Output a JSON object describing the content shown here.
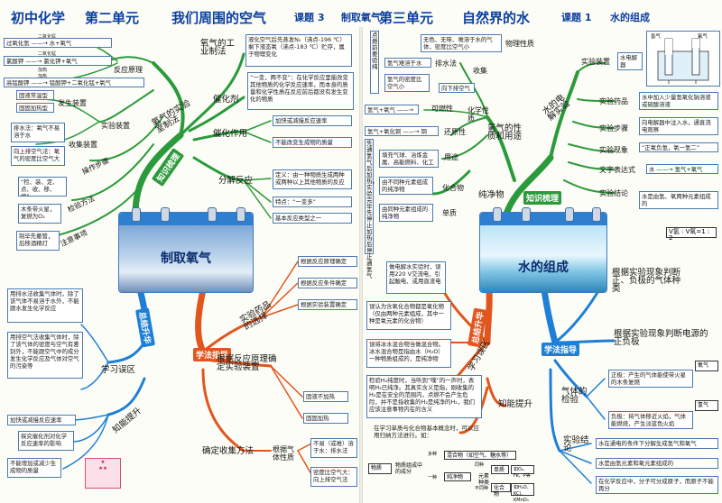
{
  "header": {
    "left_course": "初中化学",
    "left_unit": "第二单元",
    "left_topic": "我们周围的空气",
    "left_lesson": "课题 3",
    "left_lesson_name": "制取氧气",
    "right_unit": "第三单元",
    "right_topic": "自然界的水",
    "right_lesson": "课题 1",
    "right_lesson_name": "水的组成"
  },
  "left_upper": {
    "hub_center": "知识梳理",
    "hub_lab": "氧气的实验室制法",
    "principle": "反应原理",
    "principle_eq1_top": "二氧化锰",
    "principle_eq1": "过氧化氢 ——→ 水+氧气",
    "principle_eq2_top": "二氧化锰",
    "principle_eq2": "氯酸钾 ——→ 氯化钾+氧气",
    "principle_eq2_bottom": "加热",
    "principle_eq3": "高锰酸钾 ——→ 锰酸钾+二氧化锰+氧气",
    "principle_eq3_top": "加热",
    "device": "实验装置",
    "gen_dev": "发生装置",
    "gen_a": "固液常温型",
    "gen_b": "固固加热型",
    "collect_dev": "收集装置",
    "collect_a": "排水法：氧气不易溶于水",
    "collect_b": "向上排空气法：氧气的密度比空气大",
    "steps": "操作步骤",
    "steps_text": "“检、装、定、点、收、移、熄”",
    "check": "检验方法",
    "check_text": "木条带火星，复燃为O₂",
    "notice": "注意事项",
    "notice_text": "制毕先撤管，后移酒精灯",
    "industry": "氧气的工业制法",
    "industry_text": "液化空气后先蒸发N₂（沸点-196 ℃）剩下液态氧（沸点-183 ℃）贮存，属于物理变化",
    "catalyst": "催化剂",
    "catalyst_text": "“一变，两不变”：在化学反应里能改变其他物质的化学反应速率，而本身的质量和化学性质在反应前后都没有发生变化的物质",
    "cat_effect": "催化作用",
    "cat_effect_a": "加快或减慢反应速率",
    "cat_effect_b": "不能改变生成物的质量",
    "decomp": "分解反应",
    "decomp_def": "定义：由一种物质生成两种或两种以上其他物质的反应",
    "decomp_feat": "特点：“一变多”",
    "decomp_type": "基本反应类型之一",
    "card_title": "制取氧气"
  },
  "left_lower": {
    "summary": "总结升华",
    "mislead": "学习误区",
    "mis_a": "用排水法收集气体时，除了该气体不易溶于水外，不能跟水发生化学反应",
    "mis_b": "用排空气法收集气体时，除了该气体的密度与空气有差别外，不能跟空气中的成分发生化学反应及气体对空气的污染等",
    "upgrade": "知能提升",
    "up_a": "加快或减慢反应速率",
    "up_b": "探究催化剂对化学反应速率的影响",
    "up_c": "不能增加或减少生成物的质量",
    "guide": "学法指导",
    "drug": "实验药品的选择",
    "drug_a": "根据反应原理确定",
    "drug_b": "根据反应条件确定",
    "drug_c": "根据实验装置确定",
    "by_principle": "根据反应原理确定实验装置",
    "bp_a": "固液不加热",
    "bp_b": "固固加热",
    "collect_method": "确定收集方法",
    "gas_prop": "根据气体性质",
    "gp_a": "不易（或难）溶于水：排水法",
    "gp_b": "密度比空气大：向上排空气法"
  },
  "right_upper": {
    "hub_center": "知识梳理",
    "hydrogen": "氢气的性质和用途",
    "phys": "物理性质",
    "phys_text": "无色、无味、难溶于水的气体，密度比空气小",
    "collect": "收集",
    "col_a": "氢气难溶于水",
    "col_a2": "排水法",
    "col_b": "氢气的密度比空气小",
    "col_b2": "向下排空气法",
    "vert_note": "点燃前要验纯",
    "chem": "化学性质",
    "chem_eq1": "氢气+氧气 ——→ 水",
    "chem_eq1_top": "点燃",
    "chem_flam": "可燃性",
    "chem_eq2": "氢气+氧化铜 ——→ 铜+水",
    "chem_eq2_top": "加热",
    "chem_red": "还原性",
    "use": "用途",
    "use_text": "填充气球、冶炼金属、高能燃料、化工原料",
    "vert_note2": "先通氢气后加热，实验完毕先停止加热后停止通氢气",
    "electrolysis": "水的电解实验",
    "device": "实验装置",
    "device_label": "水电解器",
    "tube_left": "氢气",
    "tube_right": "氧气",
    "drug": "实验药品",
    "drug_text": "水中加入少量氢氧化钠溶液或硫酸溶液",
    "steps": "实验步骤",
    "steps_text": "向电解器中注入水，通直流电观察",
    "phenom": "实验现象",
    "phenom_text": "“正氧负氢，氧一氢二”",
    "word_eq": "文字表达式",
    "word_eq_text": "水 ——→ 氢气+氧气",
    "word_eq_top": "通电",
    "concl": "实验结论",
    "concl_text": "水是由氢、氧两种元素组成的",
    "pure": "纯净物",
    "compound": "化合物",
    "compound_text": "由不同种元素组成的纯净物",
    "element": "单质",
    "element_text": "由同种元素组成的纯净物",
    "ratio": "V氢 : V氧=1 : 2",
    "card_title": "水的组成"
  },
  "right_lower": {
    "summary": "总结升华",
    "mislead": "学习误区",
    "guide": "学法指导",
    "elec_note": "做电解水实验时，误用220 V交流电，引起触电、或用直流电",
    "mis_a": "误认为含氧化合物都是氧化物（仅由两种元素组成，其中一种是氧元素的化合物）",
    "mis_b": "误将冰水混合物当做混合物。冰水混合物是指由水（H₂O）一种物质组成的，是纯净物",
    "mis_c": "检验H₂纯度时，当听到“噗”的一声时，表明H₂已纯净。其真实含义是指，刚收集的H₂是在安全的范围内，点燃不会产生危险，并不是指收集的H₂是纯净的H₂，我们应该注意事物内在的含义",
    "upgrade": "知能提升",
    "up_text": "在学习单质与化合物基本概念时，可以应用归纳方法进行。如：",
    "cls_matter": "物质",
    "cls_mixture": "混合物（如空气、糖水等）",
    "cls_pure": "纯净物",
    "cls_element": "单质",
    "cls_element_ex": "如O₂、Fe、P等",
    "cls_compound": "化合物",
    "cls_compound_ex": "如H₂O、KCl、KMnO₄等",
    "cls_many": "多种",
    "cls_one": "一种",
    "cls_same": "同种",
    "cls_diff": "不同种",
    "cls_mat_words": "物质组成中的成分",
    "cls_elem_words": "元素种类",
    "obs": "根据实验现象判断正、负极的气体种类",
    "obs2": "根据实验现象判断电源的正负极",
    "gas_test": "气体的检验",
    "pos": "正极：产生的气体能使带火星的木条复燃",
    "pos_tag": "氧气",
    "neg": "负极：将气体移近火焰，气体能燃烧，产生淡蓝色火焰",
    "neg_tag": "氢气",
    "concl": "实验结论",
    "concl_a": "水在通电的条件下分解生成氢气和氧气",
    "concl_b": "水是由氢元素和氧元素组成的",
    "concl_c": "在化学反应中，分子可分成原子，而原子不能再分"
  },
  "colors": {
    "title_blue": "#0b3f9e",
    "branch_green": "#2a9a3a",
    "branch_orange": "#e0561e",
    "branch_blue": "#1e7fd6"
  }
}
